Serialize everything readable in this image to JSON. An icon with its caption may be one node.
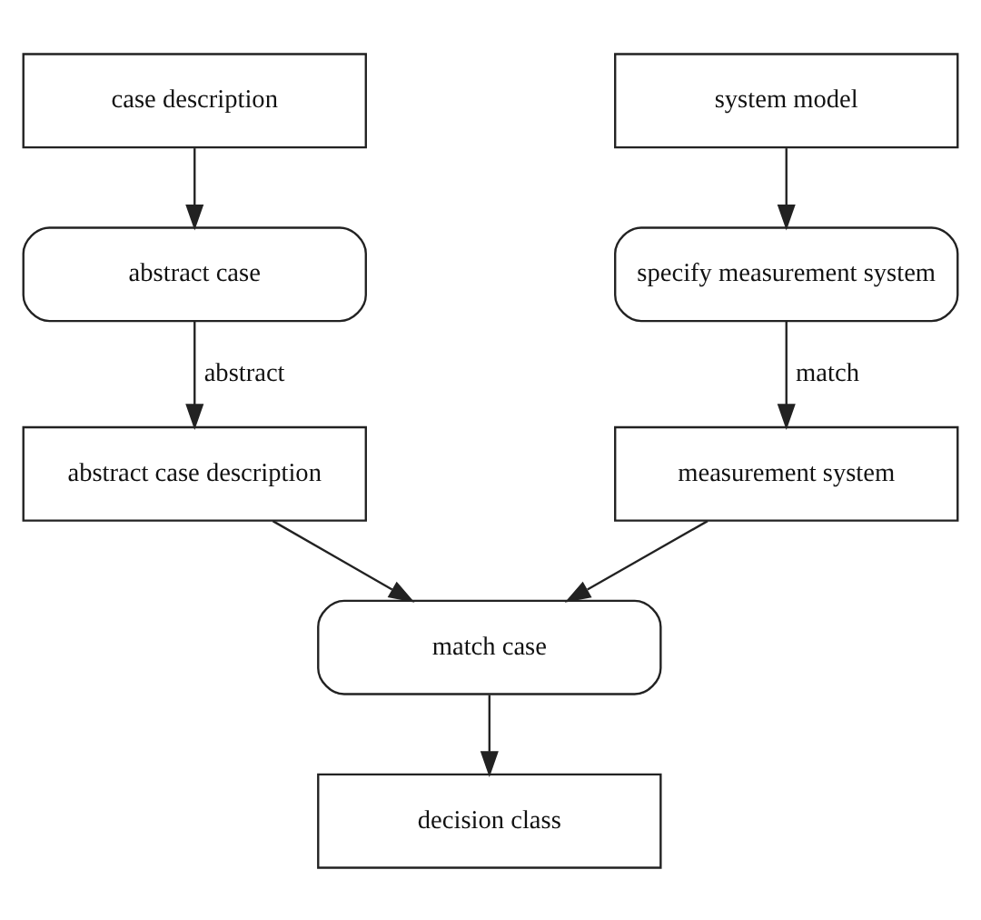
{
  "diagram": {
    "nodes": [
      {
        "text": [
          "case description"
        ]
      },
      {
        "text": [
          "abstract case"
        ]
      },
      {
        "text": [
          "abstract case description"
        ]
      },
      {
        "text": [
          "system model"
        ]
      },
      {
        "text": [
          "specify measurement system"
        ]
      },
      {
        "text": [
          "measurement system"
        ]
      },
      {
        "text": [
          "match case"
        ]
      },
      {
        "text": [
          "decision class"
        ]
      }
    ],
    "edges": [
      {
        "from": 0,
        "to": 1,
        "arrow": "to"
      },
      {
        "from": 1,
        "to": 2,
        "arrow": "to",
        "label": "abstract"
      },
      {
        "from": 3,
        "to": 4,
        "arrow": "to"
      },
      {
        "from": 4,
        "to": 5,
        "arrow": "to",
        "label": "match"
      },
      {
        "from": 2,
        "to": 6,
        "arrow": "to"
      },
      {
        "from": 5,
        "to": 6,
        "arrow": "to"
      },
      {
        "from": 6,
        "to": 7,
        "arrow": "to"
      }
    ]
  }
}
